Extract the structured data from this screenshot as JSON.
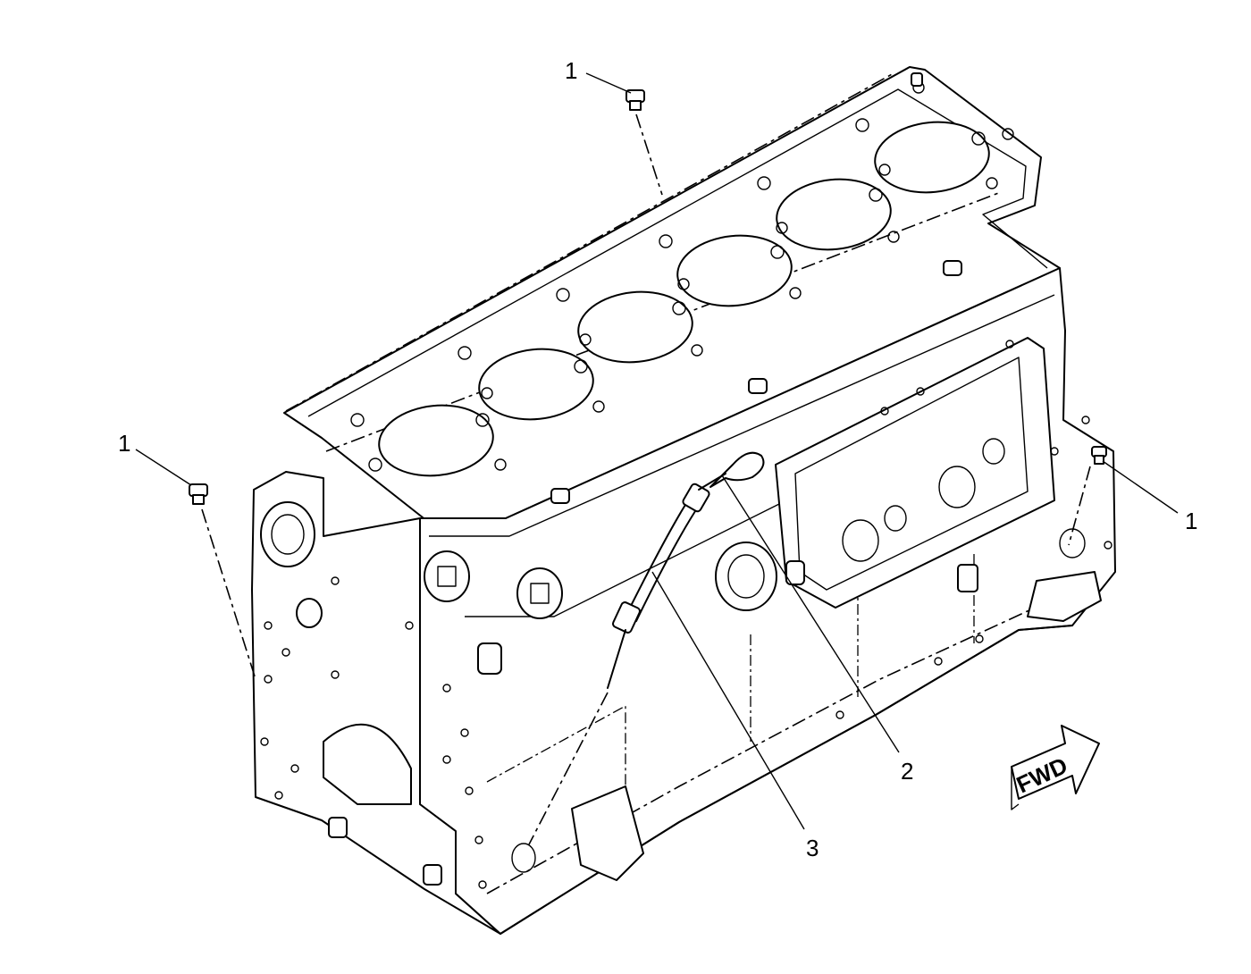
{
  "callouts": [
    {
      "id": "1",
      "label": "1"
    },
    {
      "id": "1",
      "label": "1"
    },
    {
      "id": "1",
      "label": "1"
    },
    {
      "id": "2",
      "label": "2"
    },
    {
      "id": "3",
      "label": "3"
    }
  ],
  "direction_arrow": {
    "label": "FWD",
    "icon": "forward-arrow-icon"
  }
}
